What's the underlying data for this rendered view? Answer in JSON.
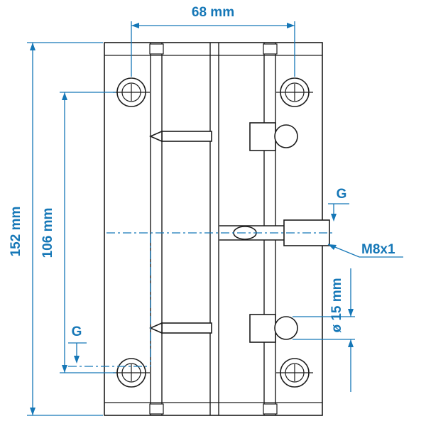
{
  "colors": {
    "dimension": "#1577b7",
    "outline": "#1c1c1c",
    "background": "#ffffff"
  },
  "dimensions": {
    "width": {
      "label": "68 mm"
    },
    "overall_height": {
      "label": "152 mm"
    },
    "hole_spacing": {
      "label": "106 mm"
    },
    "diameter": {
      "label": "ø 15 mm"
    },
    "thread": {
      "label": "M8x1"
    },
    "port_top": {
      "label": "G"
    },
    "port_bottom": {
      "label": "G"
    }
  }
}
